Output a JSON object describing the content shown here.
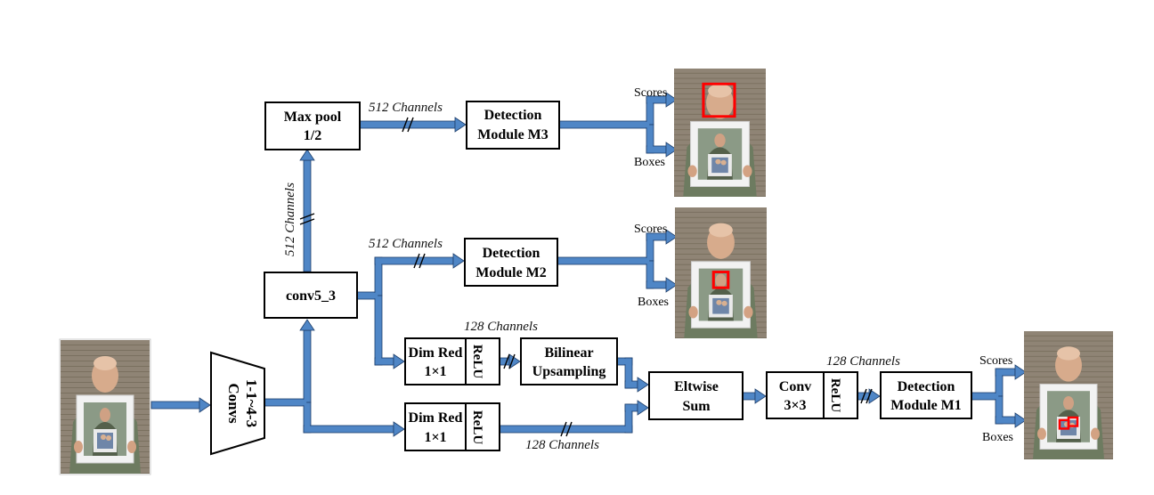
{
  "labels": {
    "convs_line1": "Convs",
    "convs_line2": "1-1~4-3",
    "conv5_3": "conv5_3",
    "maxpool_line1": "Max pool",
    "maxpool_line2": "1/2",
    "det_m3_line1": "Detection",
    "det_m3_line2": "Module M3",
    "det_m2_line1": "Detection",
    "det_m2_line2": "Module M2",
    "det_m1_line1": "Detection",
    "det_m1_line2": "Module M1",
    "dimred_top_line1": "Dim Red",
    "dimred_top_line2": "1×1",
    "dimred_bottom_line1": "Dim Red",
    "dimred_bottom_line2": "1×1",
    "relu": "ReLU",
    "bilinear_line1": "Bilinear",
    "bilinear_line2": "Upsampling",
    "eltwise_line1": "Eltwise",
    "eltwise_line2": "Sum",
    "conv3_line1": "Conv",
    "conv3_line2": "3×3"
  },
  "channel_labels": {
    "maxpool_to_m3": "512 Channels",
    "conv5_vertical": "512 Channels",
    "conv5_to_m2": "512 Channels",
    "dimred_to_bilinear": "128 Channels",
    "dimred_bottom_to_eltwise": "128 Channels",
    "conv_to_m1": "128 Channels"
  },
  "outputs": {
    "scores": "Scores",
    "boxes": "Boxes"
  },
  "colors": {
    "arrow_fill": "#4f86c6",
    "arrow_stroke": "#1f3f6b",
    "detection_box": "#ff0000",
    "photo_background": "#8a7f70",
    "shirt": "#6b7a5f"
  }
}
